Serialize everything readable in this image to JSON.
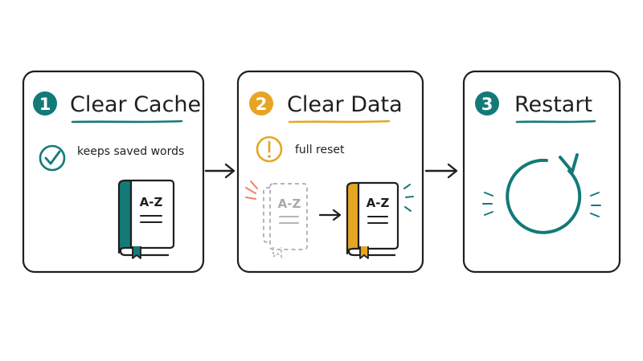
{
  "steps": [
    {
      "number": "1",
      "title": "Clear Cache",
      "note": "keeps saved words",
      "note_icon": "checkmark-circle-icon",
      "book_label": "A-Z",
      "color": "#137a78"
    },
    {
      "number": "2",
      "title": "Clear Data",
      "note": "full reset",
      "note_icon": "exclamation-circle-icon",
      "book_label_old": "A-Z",
      "book_label_new": "A-Z",
      "color": "#e6a623"
    },
    {
      "number": "3",
      "title": "Restart",
      "icon": "restart-arrow-icon",
      "color": "#137a78"
    }
  ],
  "colors": {
    "ink": "#1f1f1f",
    "teal": "#137a78",
    "amber": "#e6a623",
    "coral": "#f08060",
    "ghost": "#b5b5b5"
  }
}
